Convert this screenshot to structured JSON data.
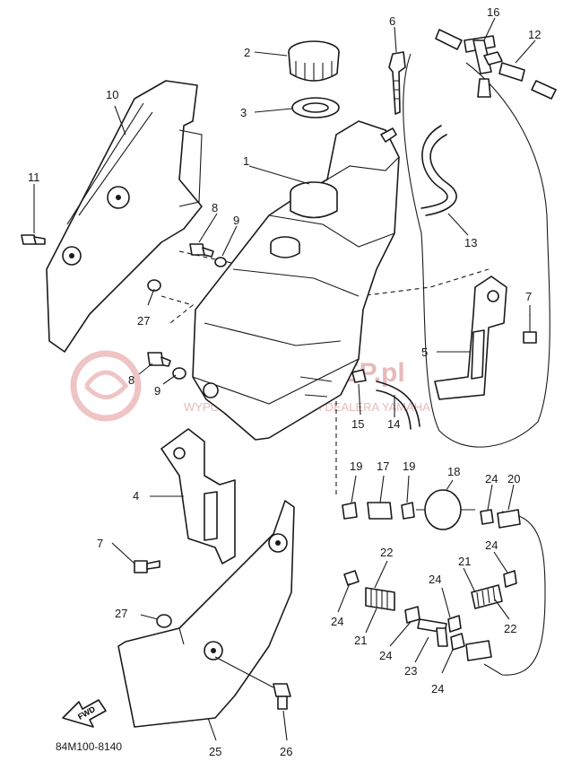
{
  "diagram": {
    "catalog_code": "84M100-8140",
    "fwd_label": "FWD",
    "watermark": {
      "brand": "YAMA-SKLEP.pl",
      "tagline": "WYPOSAŻENIE I CZĘŚCI DEALERA YAMAHA"
    },
    "callouts": [
      {
        "id": "c1",
        "text": "1"
      },
      {
        "id": "c2",
        "text": "2"
      },
      {
        "id": "c3",
        "text": "3"
      },
      {
        "id": "c4",
        "text": "4"
      },
      {
        "id": "c5",
        "text": "5"
      },
      {
        "id": "c6",
        "text": "6"
      },
      {
        "id": "c7a",
        "text": "7"
      },
      {
        "id": "c7b",
        "text": "7"
      },
      {
        "id": "c8a",
        "text": "8"
      },
      {
        "id": "c8b",
        "text": "8"
      },
      {
        "id": "c9a",
        "text": "9"
      },
      {
        "id": "c9b",
        "text": "9"
      },
      {
        "id": "c10",
        "text": "10"
      },
      {
        "id": "c11",
        "text": "11"
      },
      {
        "id": "c12",
        "text": "12"
      },
      {
        "id": "c13",
        "text": "13"
      },
      {
        "id": "c14",
        "text": "14"
      },
      {
        "id": "c15",
        "text": "15"
      },
      {
        "id": "c16",
        "text": "16"
      },
      {
        "id": "c17",
        "text": "17"
      },
      {
        "id": "c18",
        "text": "18"
      },
      {
        "id": "c19a",
        "text": "19"
      },
      {
        "id": "c19b",
        "text": "19"
      },
      {
        "id": "c20",
        "text": "20"
      },
      {
        "id": "c21a",
        "text": "21"
      },
      {
        "id": "c21b",
        "text": "21"
      },
      {
        "id": "c22a",
        "text": "22"
      },
      {
        "id": "c22b",
        "text": "22"
      },
      {
        "id": "c23",
        "text": "23"
      },
      {
        "id": "c24a",
        "text": "24"
      },
      {
        "id": "c24b",
        "text": "24"
      },
      {
        "id": "c24c",
        "text": "24"
      },
      {
        "id": "c24d",
        "text": "24"
      },
      {
        "id": "c24e",
        "text": "24"
      },
      {
        "id": "c24f",
        "text": "24"
      },
      {
        "id": "c25",
        "text": "25"
      },
      {
        "id": "c26",
        "text": "26"
      },
      {
        "id": "c27a",
        "text": "27"
      },
      {
        "id": "c27b",
        "text": "27"
      }
    ]
  }
}
